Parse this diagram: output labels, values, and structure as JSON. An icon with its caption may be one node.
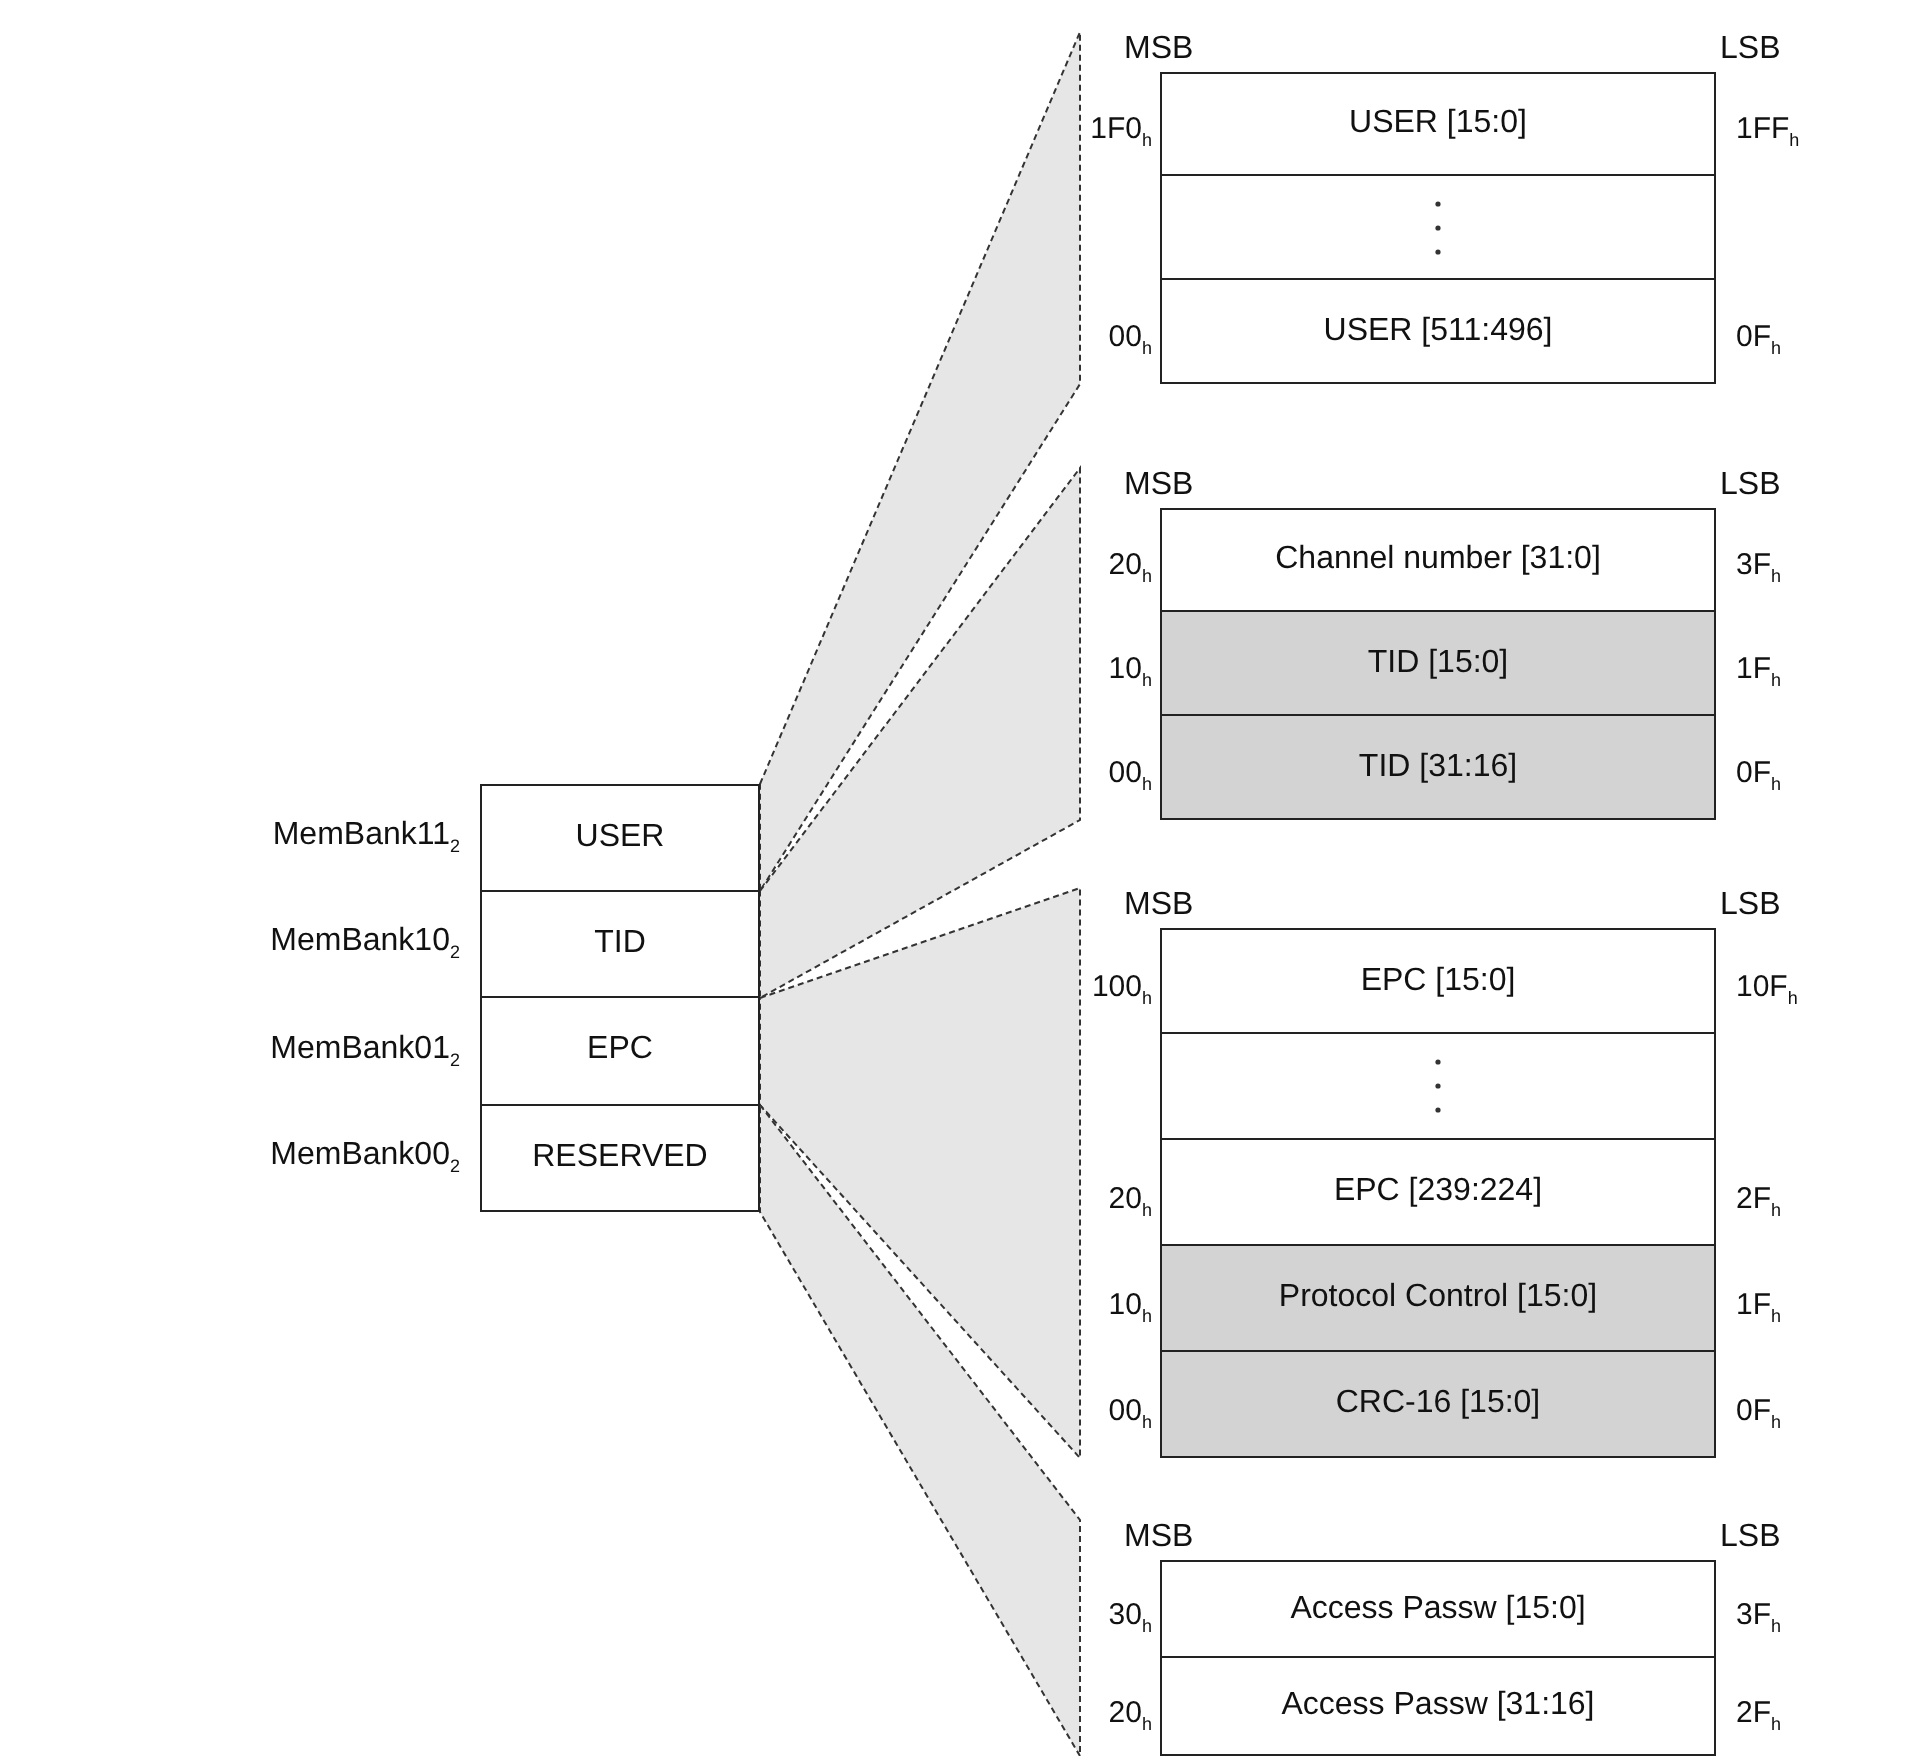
{
  "diagram": {
    "nodes": [
      {
        "text": [
          "USER"
        ],
        "beside": [
          "MemBank11$_{2}$"
        ]
      },
      {
        "text": [
          "TID"
        ],
        "beside": [
          "MemBank10$_{2}$"
        ]
      },
      {
        "text": [
          "EPC"
        ],
        "beside": [
          "MemBank01$_{2}$"
        ]
      },
      {
        "text": [
          "RESERVED"
        ],
        "beside": [
          "MemBank00$_{2}$"
        ]
      },
      {
        "text": [],
        "shape": "box"
      },
      {
        "text": [
          "USER [15:0]"
        ],
        "in": 4,
        "beside": [
          "1F0$_{h}$",
          "1FF$_{h}$"
        ]
      },
      {
        "text": [],
        "shape": "box",
        "in": 4
      },
      {
        "text": [
          "USER [511:496]"
        ],
        "in": 4,
        "beside": [
          "00$_{h}$",
          "0F$_{h}$"
        ]
      },
      {
        "text": [],
        "shape": "box"
      },
      {
        "text": [
          "Channel number [31:0]"
        ],
        "in": 8,
        "beside": [
          "20$_{h}$",
          "3F$_{h}$"
        ]
      },
      {
        "text": [
          "TID [15:0]"
        ],
        "in": 8,
        "beside": [
          "10$_{h}$",
          "1F$_{h}$"
        ]
      },
      {
        "text": [
          "TID [31:16]"
        ],
        "in": 8,
        "beside": [
          "00$_{h}$",
          "0F$_{h}$"
        ]
      },
      {
        "text": [],
        "shape": "box"
      },
      {
        "text": [
          "EPC [15:0]"
        ],
        "in": 12,
        "beside": [
          "100$_{h}$",
          "10F$_{h}$"
        ]
      },
      {
        "text": [],
        "shape": "box",
        "in": 12
      },
      {
        "text": [
          "EPC [239:224]"
        ],
        "in": 12,
        "beside": [
          "20$_{h}$",
          "2F$_{h}$"
        ]
      },
      {
        "text": [
          "Protocol Control [15:0]"
        ],
        "in": 12,
        "beside": [
          "10$_{h}$",
          "1F$_{h}$"
        ]
      },
      {
        "text": [
          "CRC-16 [15:0]"
        ],
        "in": 12,
        "beside": [
          "00$_{h}$",
          "0F$_{h}$"
        ]
      },
      {
        "text": [],
        "shape": "box"
      },
      {
        "text": [
          "Access Passw [15:0]"
        ],
        "in": 18,
        "beside": [
          "30$_{h}$",
          "3F$_{h}$"
        ]
      },
      {
        "text": [
          "Access Passw [31:16]"
        ],
        "in": 18,
        "beside": [
          "20$_{h}$",
          "2F$_{h}$"
        ]
      }
    ],
    "edges": [
      {
        "from": 0,
        "to": 4,
        "arrow": "none",
        "style": "dashed"
      },
      {
        "from": 1,
        "to": 8,
        "arrow": "none",
        "style": "dashed"
      },
      {
        "from": 2,
        "to": 12,
        "arrow": "none",
        "style": "dashed"
      },
      {
        "from": 3,
        "to": 18,
        "arrow": "none",
        "style": "dashed"
      }
    ],
    "labels": [
      "MSB",
      "LSB",
      "MSB",
      "LSB",
      "MSB",
      "LSB",
      "MSB",
      "LSB"
    ]
  }
}
